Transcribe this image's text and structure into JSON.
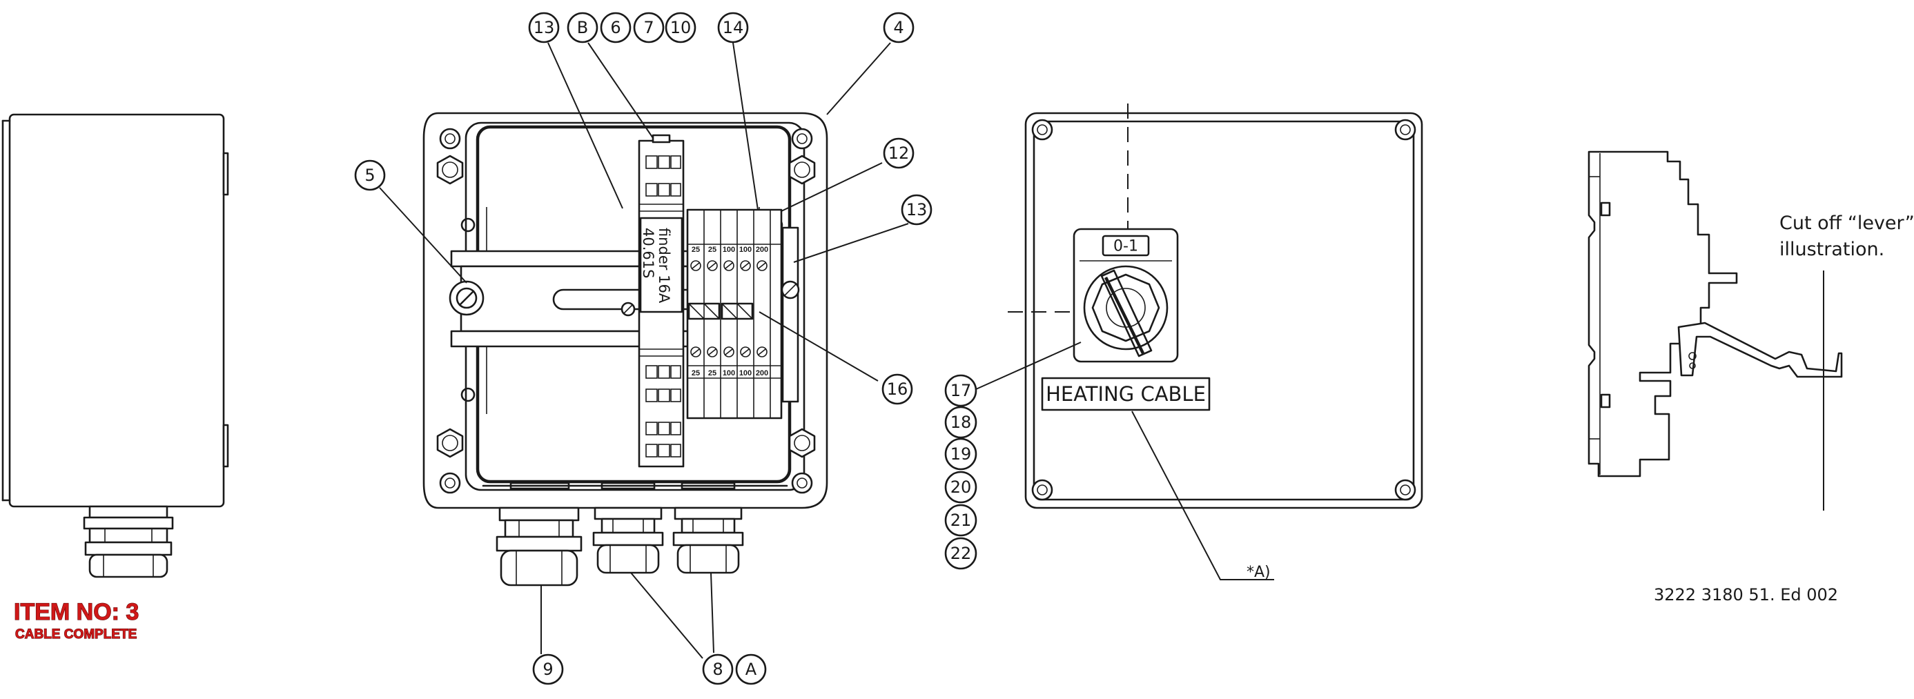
{
  "item": {
    "number_label": "ITEM NO: 3",
    "description": "CABLE COMPLETE"
  },
  "relay_text": {
    "line1": "finder 16A",
    "line2": "40.61S"
  },
  "terminal_ratings_top": [
    "25",
    "25",
    "100",
    "100",
    "200"
  ],
  "terminal_ratings_bottom": [
    "25",
    "25",
    "100",
    "100",
    "200"
  ],
  "switch_label": "0-1",
  "heating_label": "HEATING CABLE",
  "note_ref": "*A)",
  "note_text_line1": "Cut off “lever”",
  "note_text_line2": "illustration.",
  "doc_number": "3222 3180 51. Ed 002",
  "balloons": {
    "b13a": "13",
    "bB": "B",
    "b6": "6",
    "b7": "7",
    "b10": "10",
    "b14": "14",
    "b4": "4",
    "b5": "5",
    "b12": "12",
    "b13b": "13",
    "b16": "16",
    "b9": "9",
    "b8": "8",
    "bA": "A",
    "b17": "17",
    "b18": "18",
    "b19": "19",
    "b20": "20",
    "b21": "21",
    "b22": "22"
  }
}
